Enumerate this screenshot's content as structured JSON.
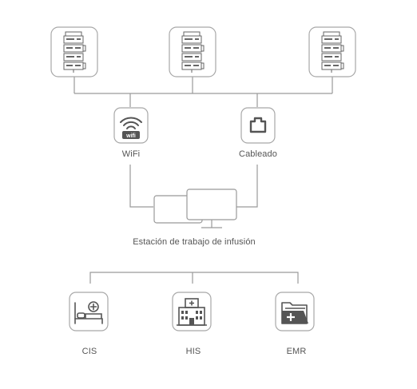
{
  "connections": {
    "wifi_label": "WiFi",
    "wired_label": "Cableado"
  },
  "workstation": {
    "label": "Estación de trabajo de infusión"
  },
  "systems": [
    {
      "label": "CIS",
      "icon": "hospital-bed-icon"
    },
    {
      "label": "HIS",
      "icon": "hospital-building-icon"
    },
    {
      "label": "EMR",
      "icon": "medical-record-folder-icon"
    }
  ],
  "devices": [
    {
      "icon": "infusion-pump-rack-icon"
    },
    {
      "icon": "infusion-pump-rack-icon"
    },
    {
      "icon": "infusion-pump-rack-icon"
    }
  ]
}
